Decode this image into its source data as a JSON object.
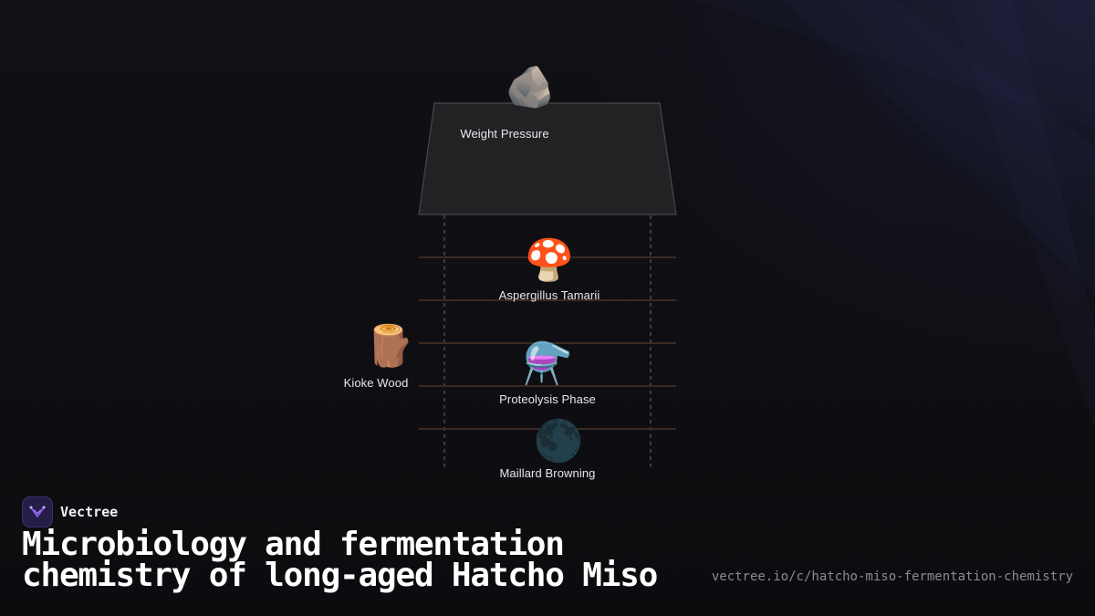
{
  "diagram": {
    "nodes": [
      {
        "icon": "rock-icon",
        "glyph": "🪨",
        "label": "Weight Pressure"
      },
      {
        "icon": "mushroom-icon",
        "glyph": "🍄",
        "label": "Aspergillus Tamarii"
      },
      {
        "icon": "wood-log-icon",
        "glyph": "🪵",
        "label": "Kioke Wood"
      },
      {
        "icon": "flask-icon",
        "glyph": "⚗️",
        "label": "Proteolysis Phase"
      },
      {
        "icon": "dark-moon-icon",
        "glyph": "🌑",
        "label": "Maillard Browning"
      }
    ]
  },
  "brand": {
    "name": "Vectree",
    "logo_icon": "vectree-logo-icon",
    "accent": "#8b5cf6"
  },
  "title": "Microbiology and fermentation chemistry of long-aged Hatcho Miso",
  "url": "vectree.io/c/hatcho-miso-fermentation-chemistry",
  "colors": {
    "background": "#0f0f13",
    "lid": "#222225",
    "band_line": "#3a2a22",
    "dashed_line": "#555558"
  }
}
